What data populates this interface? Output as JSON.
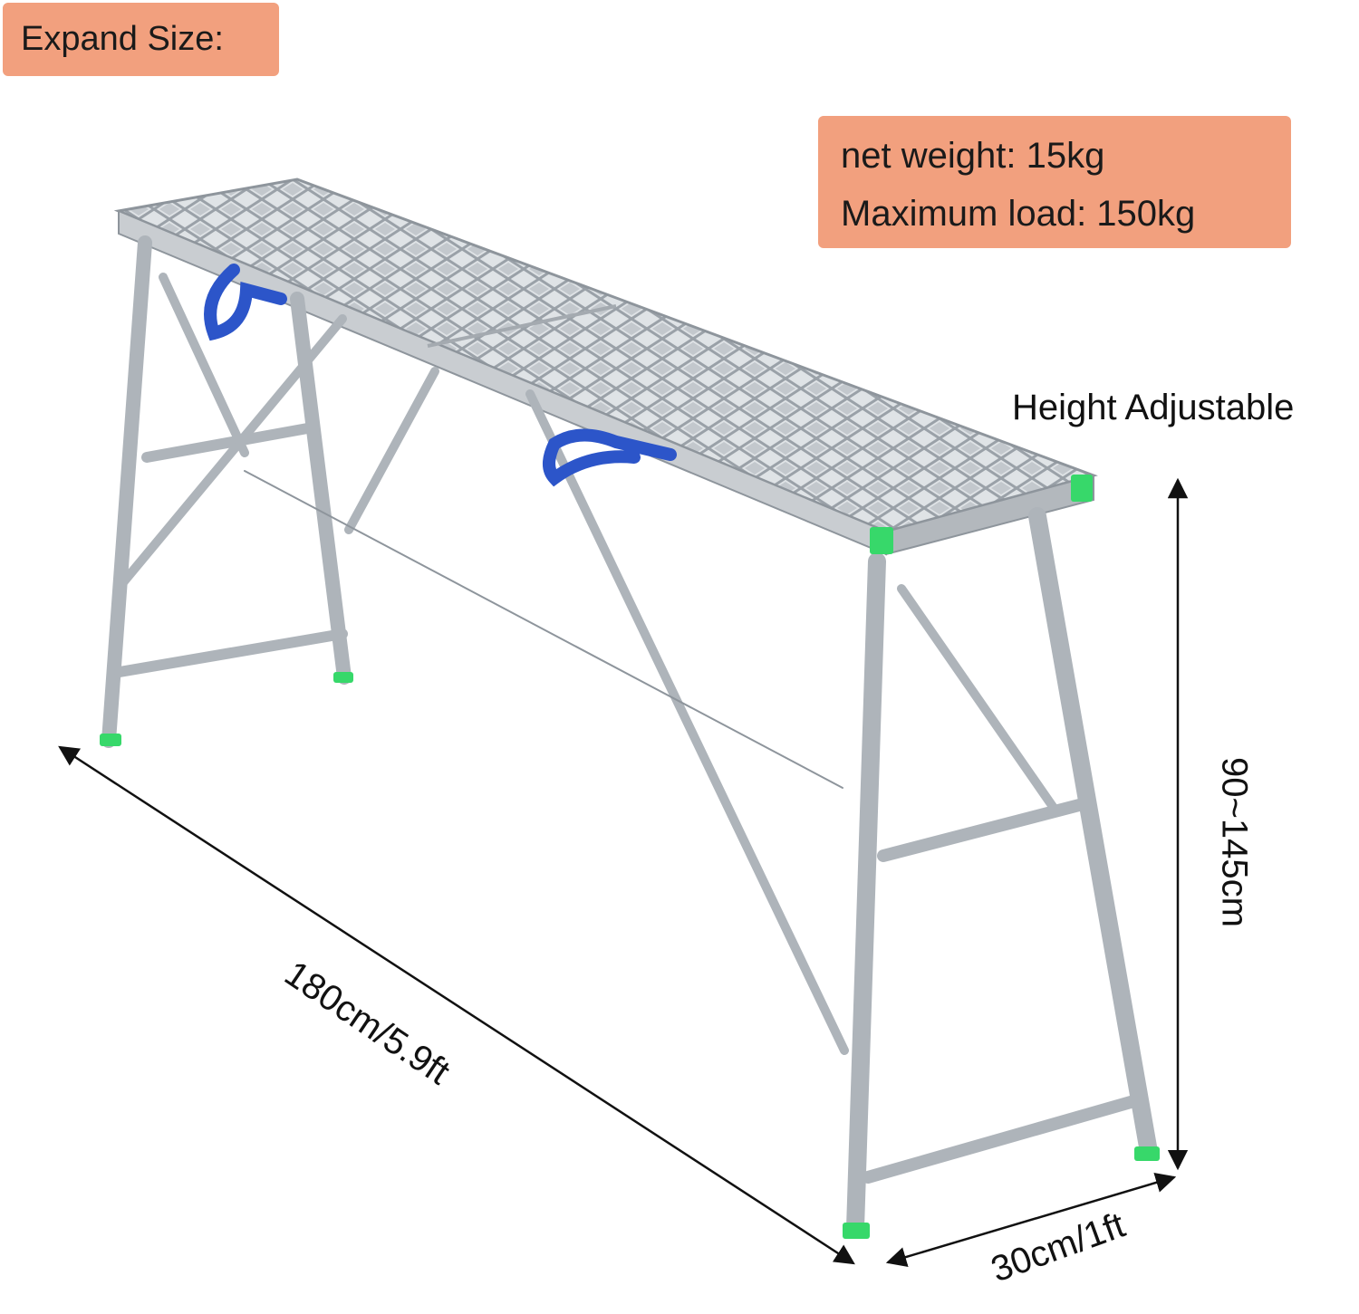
{
  "badges": {
    "expand_size": "Expand Size:",
    "net_weight": "net weight: 15kg",
    "max_load": "Maximum load: 150kg"
  },
  "dimensions": {
    "height_label": "Height Adjustable",
    "height_range": "90~145cm",
    "length": "180cm/5.9ft",
    "width": "30cm/1ft"
  },
  "colors": {
    "badge": "#f2a07e",
    "frame": "#b9bec3",
    "strap": "#2c55c9",
    "foot": "#37d86a"
  }
}
